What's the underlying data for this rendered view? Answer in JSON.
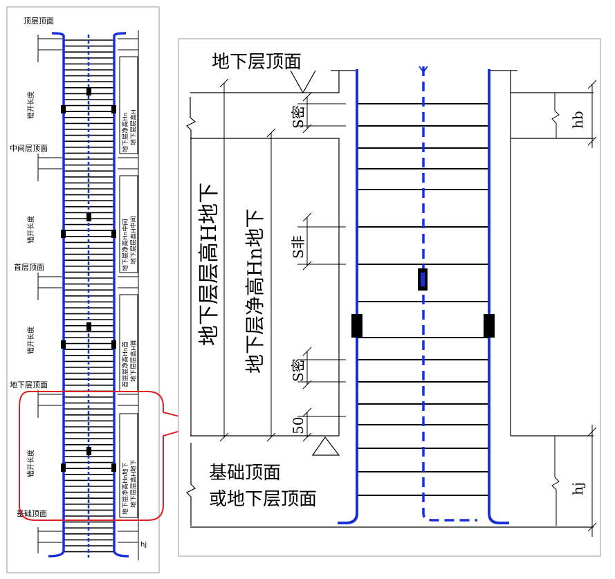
{
  "left_panel": {
    "level_labels": [
      "顶层顶面",
      "中间层顶面",
      "首层顶面",
      "地下层顶面",
      "基础顶面"
    ],
    "lap_labels": [
      "错开长度",
      "错开长度",
      "错开长度",
      "错开长度"
    ],
    "floor_heights": [
      {
        "net": "地下层净高Hn",
        "full": "地下层层高H"
      },
      {
        "net": "地下层净高Hn中间",
        "full": "地下层层高H中间"
      },
      {
        "net": "首层层净高Hn首",
        "full": "地下层层高H首"
      },
      {
        "net": "地下层净高Hn地下",
        "full": "地下层层高H地下"
      }
    ],
    "bottom_dim": "hj"
  },
  "right_panel": {
    "top_label": "地下层顶面",
    "bottom_label_line1": "基础顶面",
    "bottom_label_line2": "或地下层顶面",
    "story_height_label": "地下层层高H地下",
    "net_height_label": "地下层净高Hn地下",
    "s_dense_top": "S密",
    "s_sparse": "S非",
    "s_dense_bottom": "S密",
    "dim_50": "50",
    "hb_label": "hb",
    "hj_label": "hj"
  },
  "colors": {
    "rebar": "#1a2fd6",
    "callout": "#e02020",
    "line": "#000000"
  }
}
